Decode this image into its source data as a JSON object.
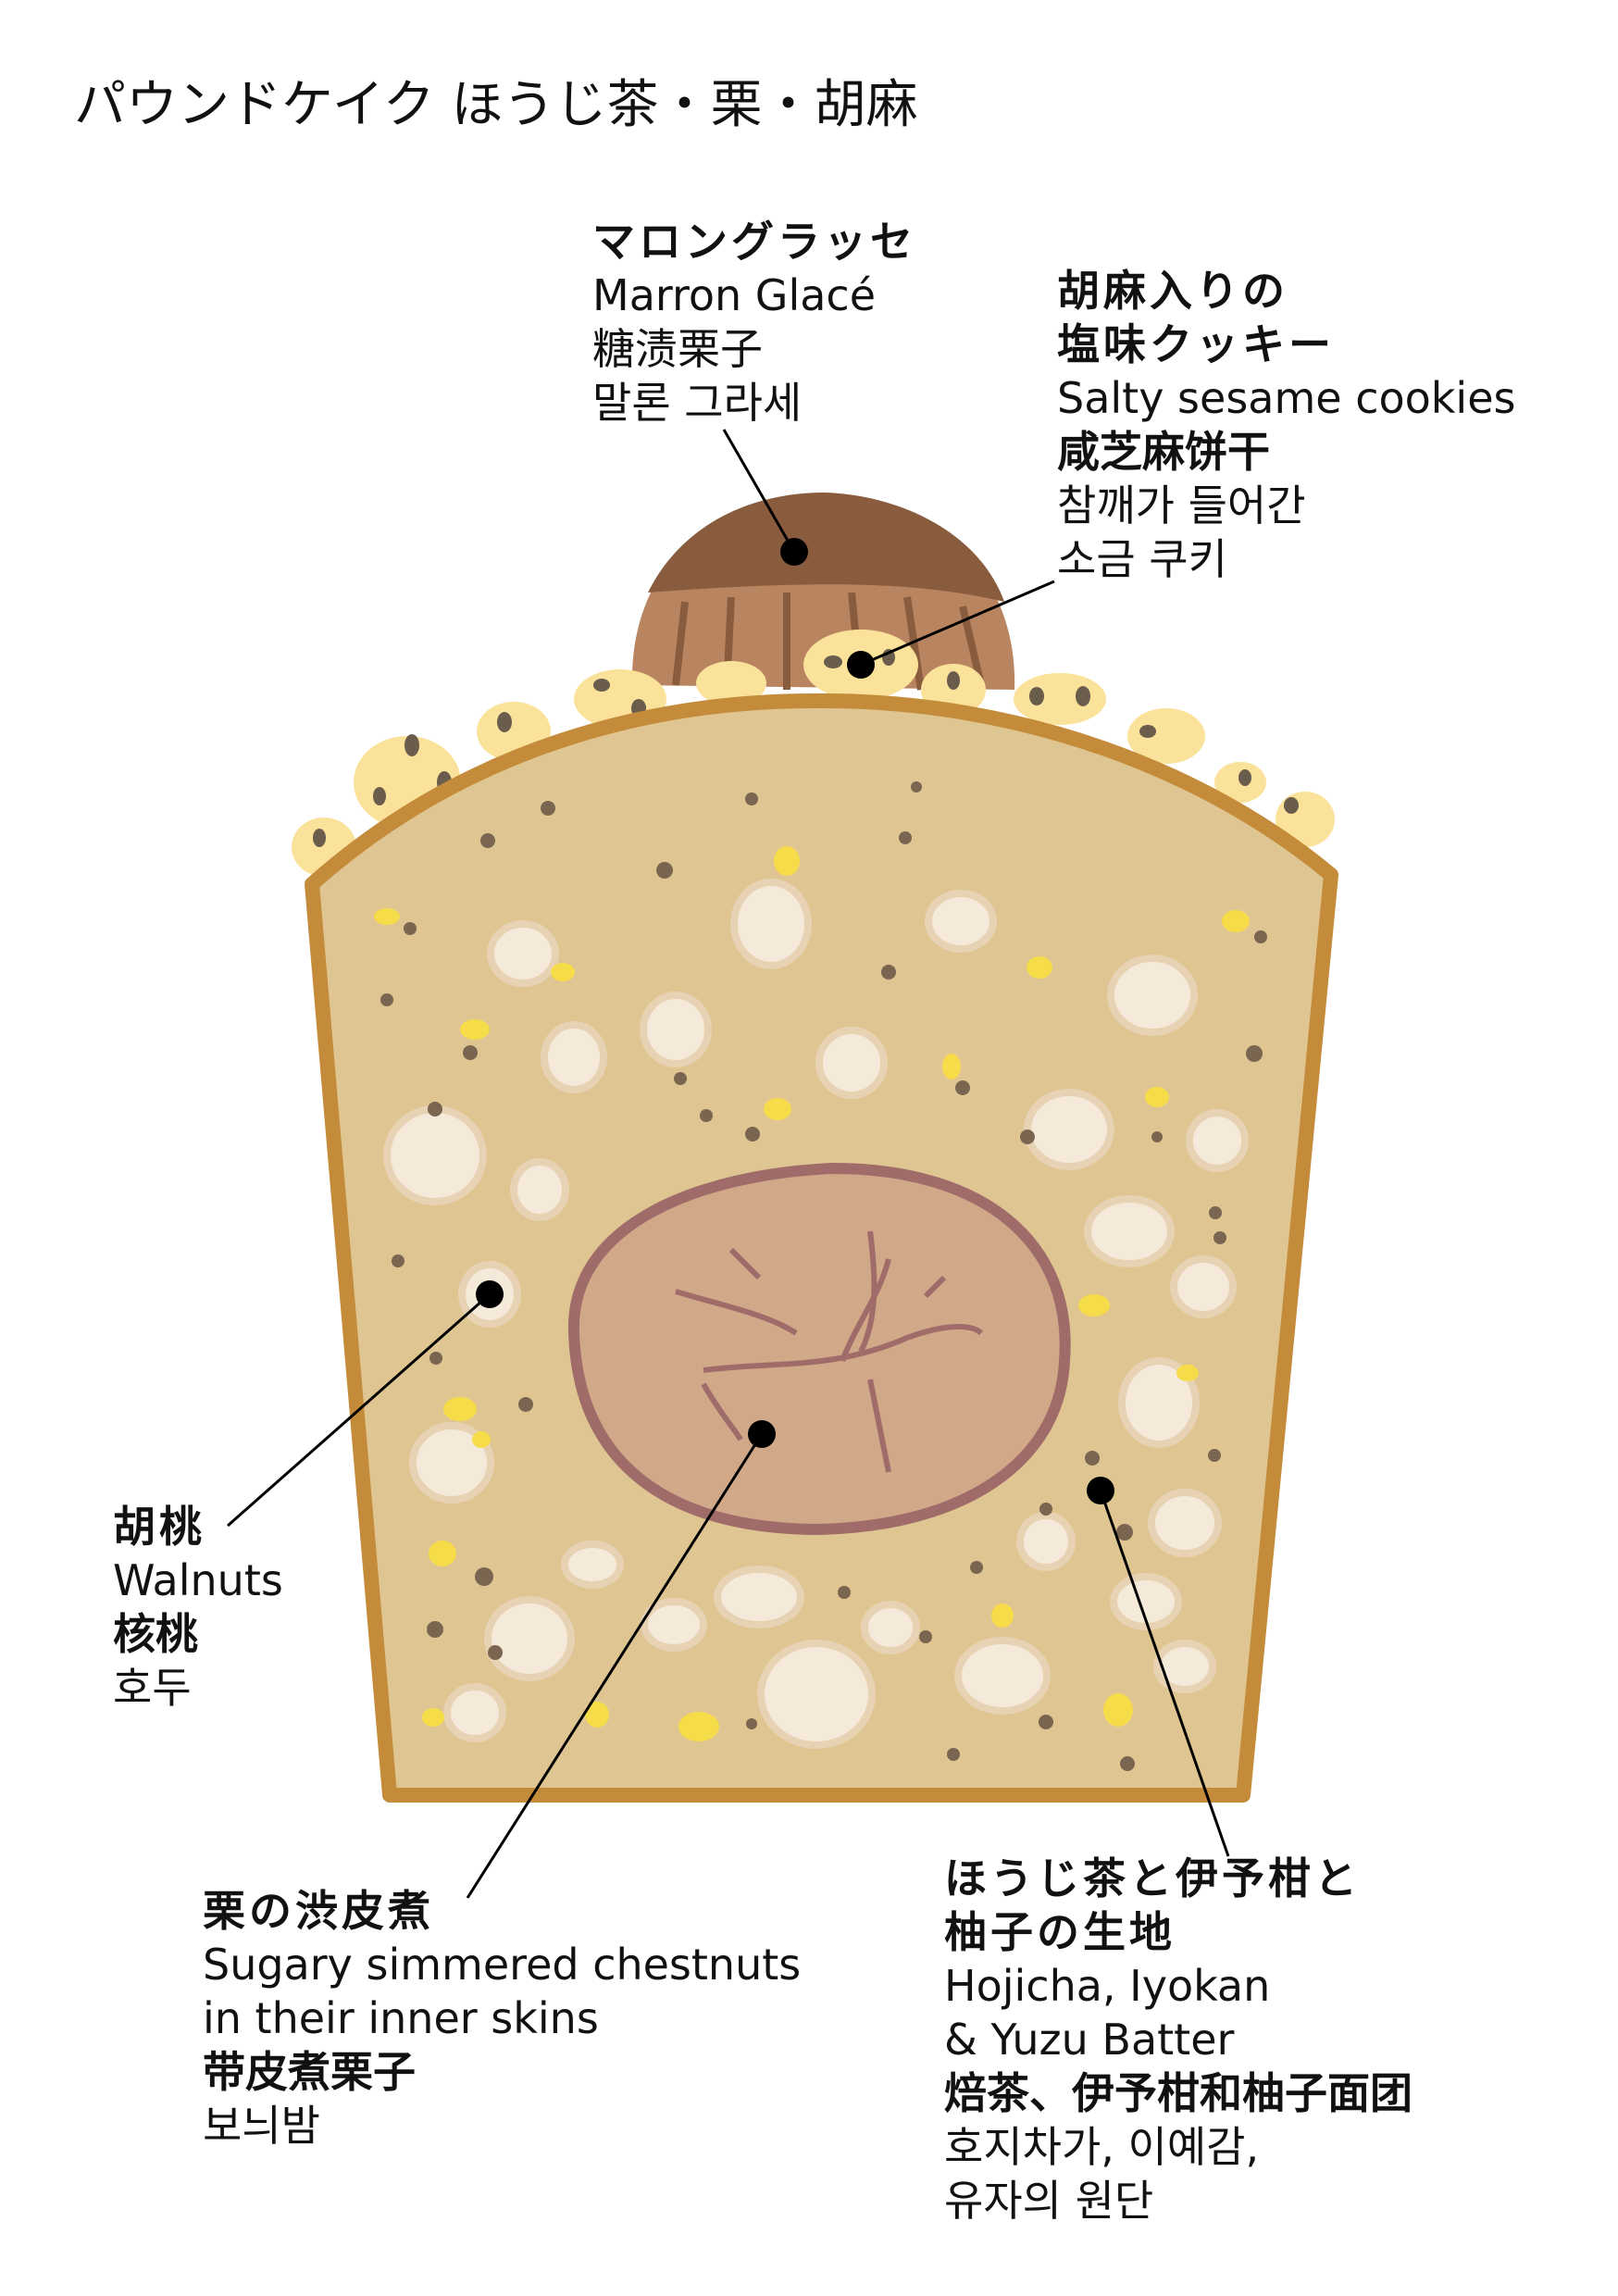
{
  "title": "パウンドケイク ほうじ茶・栗・胡麻",
  "labels": {
    "marron": {
      "jp": "マロングラッセ",
      "en": "Marron Glacé",
      "zh": "糖渍栗子",
      "ko": "말론 그라세"
    },
    "cookie": {
      "jp1": "胡麻入りの",
      "jp2": "塩味クッキー",
      "en": "Salty sesame cookies",
      "zh": "咸芝麻饼干",
      "ko1": "참깨가 들어간",
      "ko2": "소금 쿠키"
    },
    "walnut": {
      "jp": "胡桃",
      "en": "Walnuts",
      "zh": "核桃",
      "ko": "호두"
    },
    "chestnut": {
      "jp": "栗の渋皮煮",
      "en1": "Sugary simmered chestnuts",
      "en2": "in their inner skins",
      "zh": "带皮煮栗子",
      "ko": "보늬밤"
    },
    "batter": {
      "jp1": "ほうじ茶と伊予柑と",
      "jp2": "柚子の生地",
      "en1": "Hojicha, Iyokan",
      "en2": "& Yuzu Batter",
      "zh": "焙茶、伊予柑和柚子面团",
      "ko1": "호지차가, 이예감,",
      "ko2": "유자의 원단"
    }
  },
  "colors": {
    "crust": "#c48c3a",
    "batter": "#dfc591",
    "walnut": "#f5e9d9",
    "chestnut": "#d1a888",
    "chestnut_skin": "#a06c6a",
    "marron": "#8a5c3e",
    "cookie": "#fbe29a"
  }
}
